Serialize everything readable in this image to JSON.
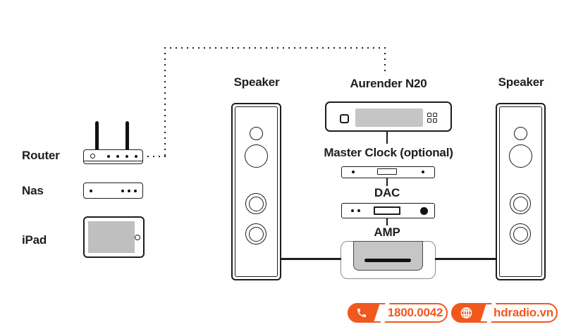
{
  "diagram": {
    "labels": {
      "router": "Router",
      "nas": "Nas",
      "ipad": "iPad",
      "speaker_left": "Speaker",
      "speaker_right": "Speaker",
      "streamer": "Aurender N20",
      "master_clock": "Master Clock (optional)",
      "dac": "DAC",
      "amp": "AMP"
    },
    "colors": {
      "stroke": "#1d1d1d",
      "device_screen_gray": "#c5c5c5",
      "amp_frame_gray": "#8d8d8d"
    }
  },
  "footer": {
    "hotline": "1800.0042",
    "website": "hdradio.vn",
    "accent_orange": "#f2581e",
    "icons": {
      "phone": "phone-handset-icon",
      "globe": "globe-icon"
    }
  }
}
